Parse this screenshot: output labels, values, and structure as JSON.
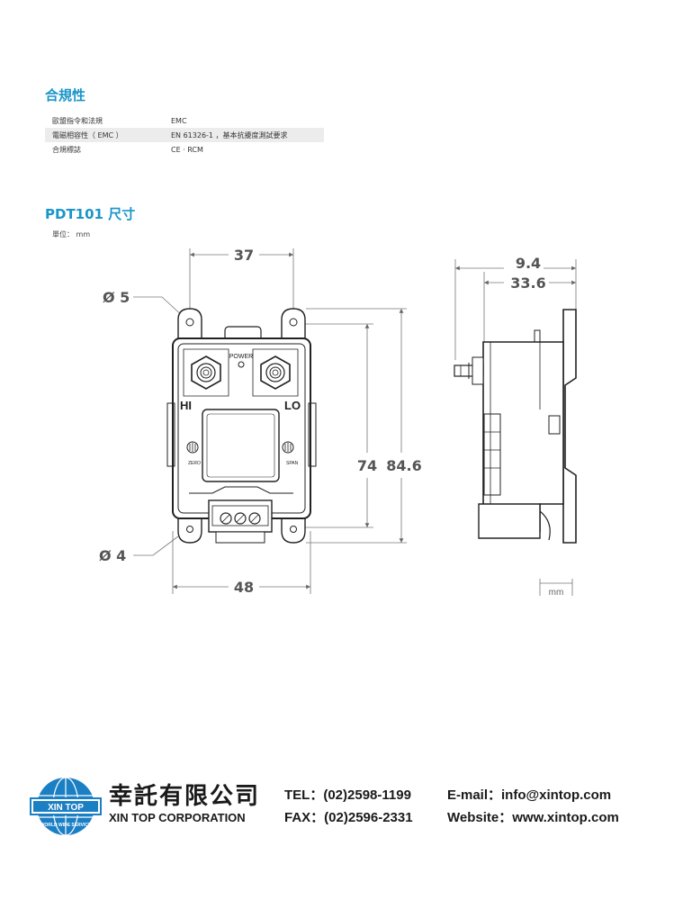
{
  "compliance": {
    "title": "合規性",
    "rows": [
      {
        "label": "歐盟指令和法規",
        "value": "EMC"
      },
      {
        "label": "電磁相容性（ EMC ）",
        "value": "EN 61326-1 ，基本抗擾度測試要求"
      },
      {
        "label": "合規標誌",
        "value": "CE · RCM"
      }
    ]
  },
  "dimensions": {
    "title": "PDT101 尺寸",
    "unit_note": "單位： mm",
    "labels": {
      "top_width": "37",
      "hole_dia_top": "Ø 5",
      "hole_dia_bottom": "Ø 4",
      "bottom_width": "48",
      "height_inner": "74",
      "height_outer": "84.6",
      "side_small": "9.4",
      "side_large": "33.6",
      "scale_unit": "mm"
    },
    "device_text": {
      "power": "POWER",
      "hi": "HI",
      "lo": "LO",
      "zero": "ZERO",
      "span": "SPAN"
    }
  },
  "footer": {
    "logo_text": "XIN TOP",
    "logo_ring_text": "WORLD WIDE SERVICE",
    "company_cn": "幸託有限公司",
    "company_en": "XIN TOP CORPORATION",
    "tel": "TEL：(02)2598-1199",
    "fax": "FAX：(02)2596-2331",
    "email": "E-mail：info@xintop.com",
    "website": "Website：www.xintop.com"
  },
  "colors": {
    "accent": "#1a95c9",
    "logo_blue": "#1b7fc4"
  }
}
